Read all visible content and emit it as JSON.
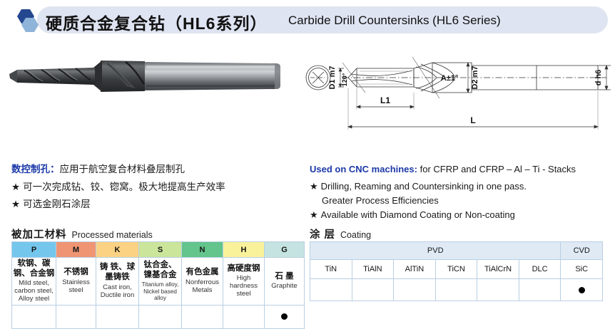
{
  "header": {
    "logo_icon": "double-hexagon-logo",
    "title_cn": "硬质合金复合钻（HL6系列）",
    "title_en": "Carbide Drill Countersinks (HL6 Series)",
    "pill_color": "#dfe4f2",
    "logo_dark_color": "#24478f",
    "logo_light_color": "#8fb4d9"
  },
  "product_photo": {
    "alt": "carbide step drill countersink tool"
  },
  "drawing": {
    "labels": {
      "d1": "D1 m7",
      "angle_point": "120°",
      "angle_csk": "A±1°",
      "d2": "D2 m7",
      "d_shank": "d h6",
      "l1": "L1",
      "l": "L"
    }
  },
  "features_cn": {
    "head_hl": "数控制孔：",
    "head_rest": "应用于航空复合材料叠层制孔",
    "items": [
      "可一次完成钻、铰、锪窝。极大地提高生产效率",
      "可选金刚石涂层"
    ],
    "star": "★"
  },
  "features_en": {
    "head_hl": "Used on CNC machines:",
    "head_rest": "for CFRP and CFRP – Al – Ti - Stacks",
    "items": [
      {
        "main": "Drilling, Reaming and Countersinking in one pass.",
        "sub": "Greater Process Efficiencies"
      },
      {
        "main": "Available with Diamond Coating or Non-coating",
        "sub": ""
      }
    ],
    "star": "★"
  },
  "materials": {
    "heading_cn": "被加工材料",
    "heading_en": "Processed materials",
    "columns": [
      {
        "code": "P",
        "color": "#74c6ec",
        "cn": "软钢、碳钢、合金钢",
        "en": "Mild steel, carbon steel, Alloy steel",
        "tiny": false,
        "mark": ""
      },
      {
        "code": "M",
        "color": "#ef9573",
        "cn": "不锈钢",
        "en": "Stainless steel",
        "tiny": false,
        "mark": ""
      },
      {
        "code": "K",
        "color": "#fbd283",
        "cn": "铸 铁、球墨铸铁",
        "en": "Cast iron, Ductile iron",
        "tiny": false,
        "mark": ""
      },
      {
        "code": "S",
        "color": "#cbe59a",
        "cn": "钛合金、镍基合金",
        "en": "Titanium alloy, Nickel based alloy",
        "tiny": true,
        "mark": ""
      },
      {
        "code": "N",
        "color": "#63c48c",
        "cn": "有色金属",
        "en": "Nonferrous Metals",
        "tiny": false,
        "mark": ""
      },
      {
        "code": "H",
        "color": "#faf29a",
        "cn": "高硬度钢",
        "en": "High hardness steel",
        "tiny": false,
        "mark": ""
      },
      {
        "code": "G",
        "color": "#c5e3e0",
        "cn": "石 墨",
        "en": "Graphite",
        "tiny": false,
        "mark": "dot"
      }
    ]
  },
  "coating": {
    "heading_cn": "涂 层",
    "heading_en": "Coating",
    "groups": [
      {
        "label": "PVD",
        "span": 6
      },
      {
        "label": "CVD",
        "span": 1
      }
    ],
    "names": [
      "TiN",
      "TiAlN",
      "AlTiN",
      "TiCN",
      "TiAlCrN",
      "DLC",
      "SiC"
    ],
    "marks": [
      "",
      "",
      "",
      "",
      "",
      "",
      "dot"
    ]
  }
}
